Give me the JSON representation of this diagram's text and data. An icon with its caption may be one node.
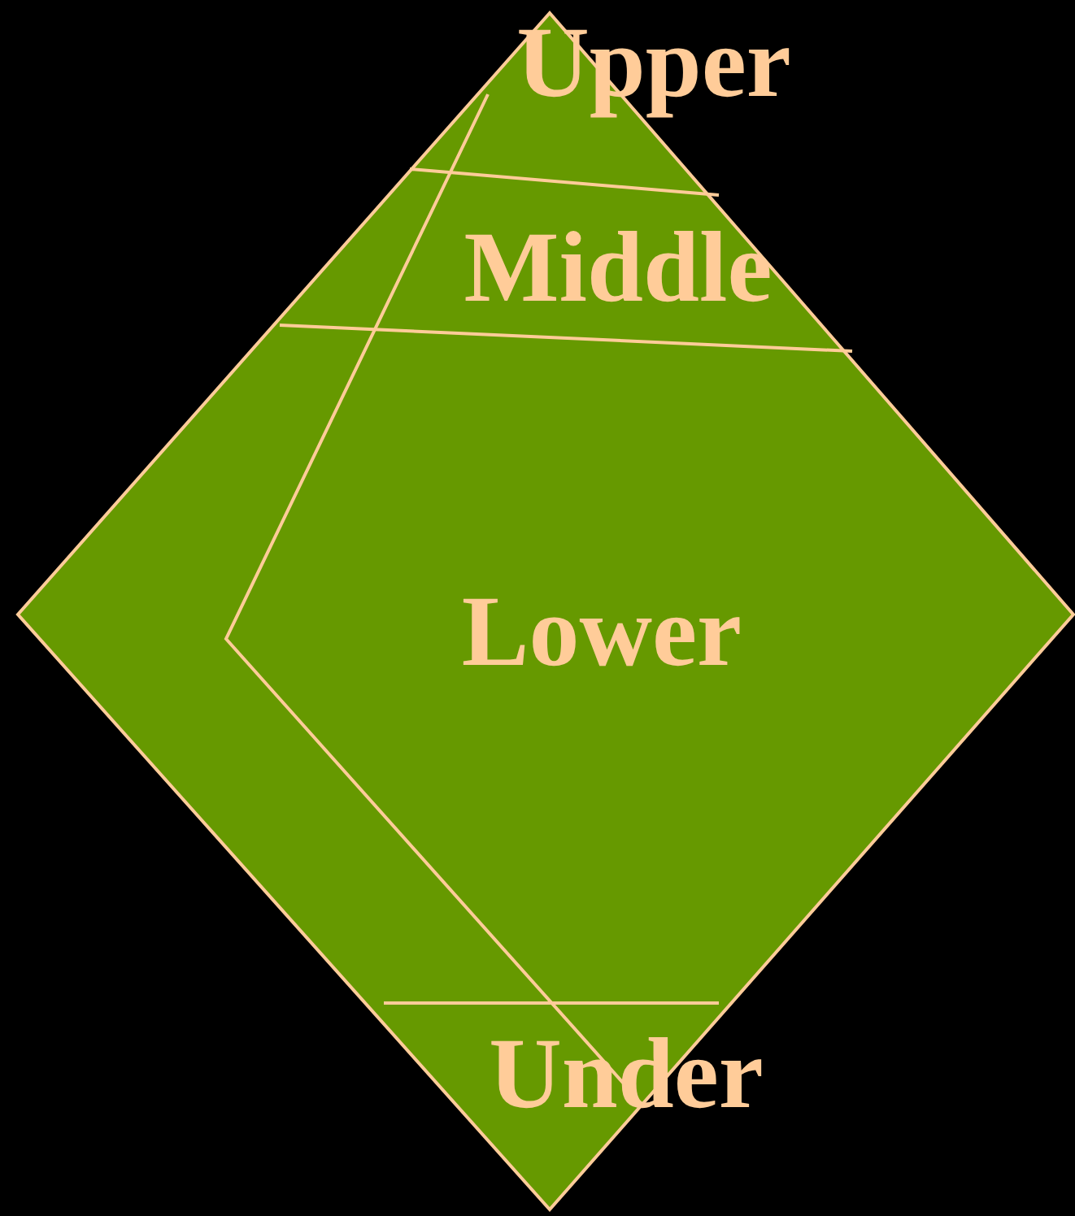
{
  "diagram": {
    "nodes": [
      {
        "text": [
          "Upper"
        ]
      },
      {
        "text": [
          "Middle"
        ]
      },
      {
        "text": [
          "Lower"
        ]
      },
      {
        "text": [
          "Under"
        ]
      }
    ]
  }
}
